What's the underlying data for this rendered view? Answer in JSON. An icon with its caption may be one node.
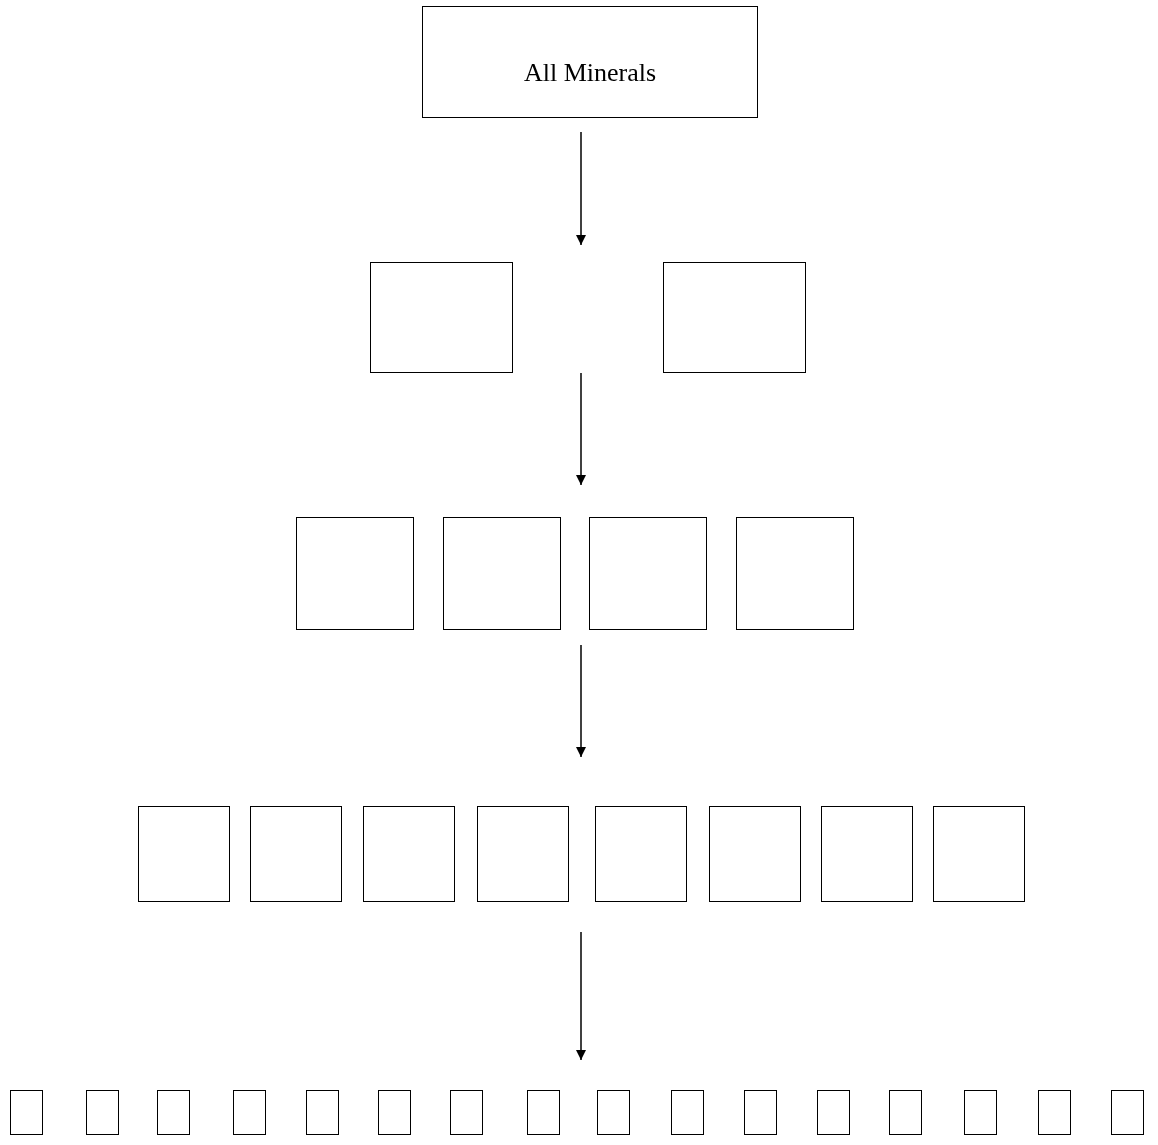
{
  "diagram": {
    "nodes": [
      {
        "text": [
          "All Minerals"
        ]
      },
      {
        "text": [],
        "shape": "box"
      },
      {
        "text": [],
        "shape": "box"
      },
      {
        "text": [],
        "shape": "box"
      },
      {
        "text": [],
        "shape": "box"
      },
      {
        "text": [],
        "shape": "box"
      },
      {
        "text": [],
        "shape": "box"
      },
      {
        "text": [],
        "shape": "box"
      },
      {
        "text": [],
        "shape": "box"
      },
      {
        "text": [],
        "shape": "box"
      },
      {
        "text": [],
        "shape": "box"
      },
      {
        "text": [],
        "shape": "box"
      },
      {
        "text": [],
        "shape": "box"
      },
      {
        "text": [],
        "shape": "box"
      },
      {
        "text": [],
        "shape": "box"
      },
      {
        "text": [],
        "shape": "box"
      },
      {
        "text": [],
        "shape": "box"
      },
      {
        "text": [],
        "shape": "box"
      },
      {
        "text": [],
        "shape": "box"
      },
      {
        "text": [],
        "shape": "box"
      },
      {
        "text": [],
        "shape": "box"
      },
      {
        "text": [],
        "shape": "box"
      },
      {
        "text": [],
        "shape": "box"
      },
      {
        "text": [],
        "shape": "box"
      },
      {
        "text": [],
        "shape": "box"
      },
      {
        "text": [],
        "shape": "box"
      },
      {
        "text": [],
        "shape": "box"
      },
      {
        "text": [],
        "shape": "box"
      },
      {
        "text": [],
        "shape": "box"
      },
      {
        "text": [],
        "shape": "box"
      },
      {
        "text": [],
        "shape": "box"
      }
    ]
  }
}
